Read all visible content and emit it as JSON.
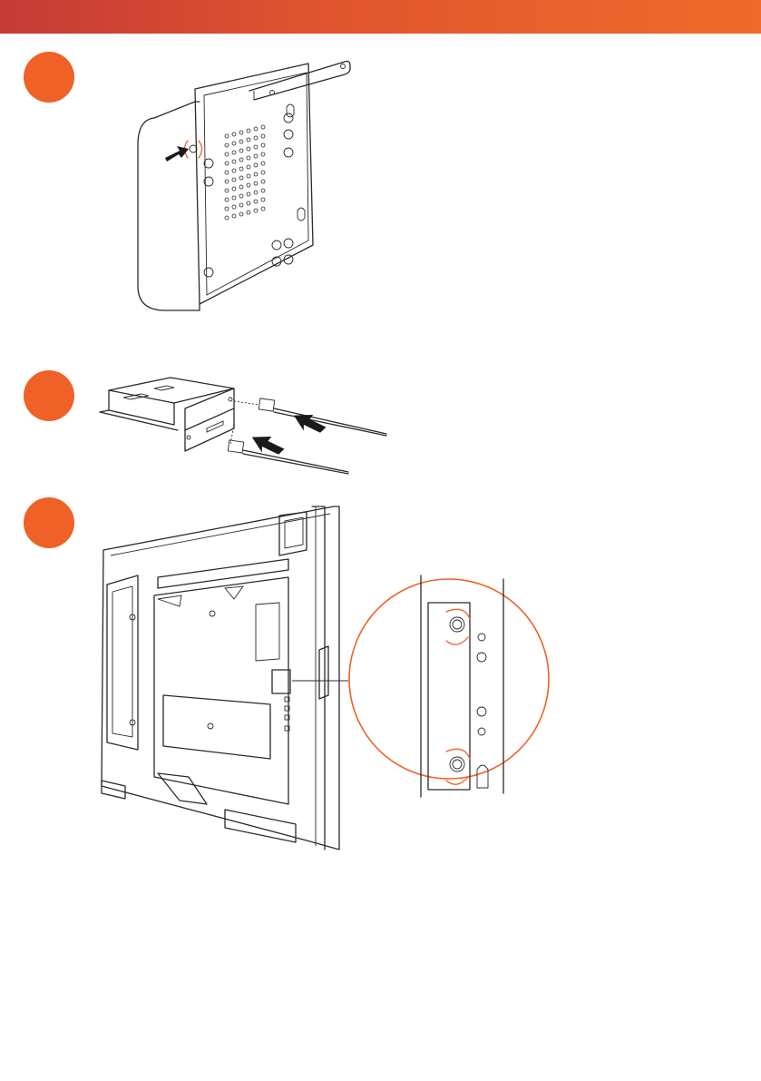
{
  "header": {
    "color_start": "#c53a36",
    "color_end": "#ef6b2a"
  },
  "steps": [
    {
      "illustration": "box-mount-bracket-screw"
    },
    {
      "illustration": "wifi-module-antenna-insert"
    },
    {
      "illustration": "display-rear-module-slot-zoom"
    }
  ],
  "accent_color": "#ef6126"
}
